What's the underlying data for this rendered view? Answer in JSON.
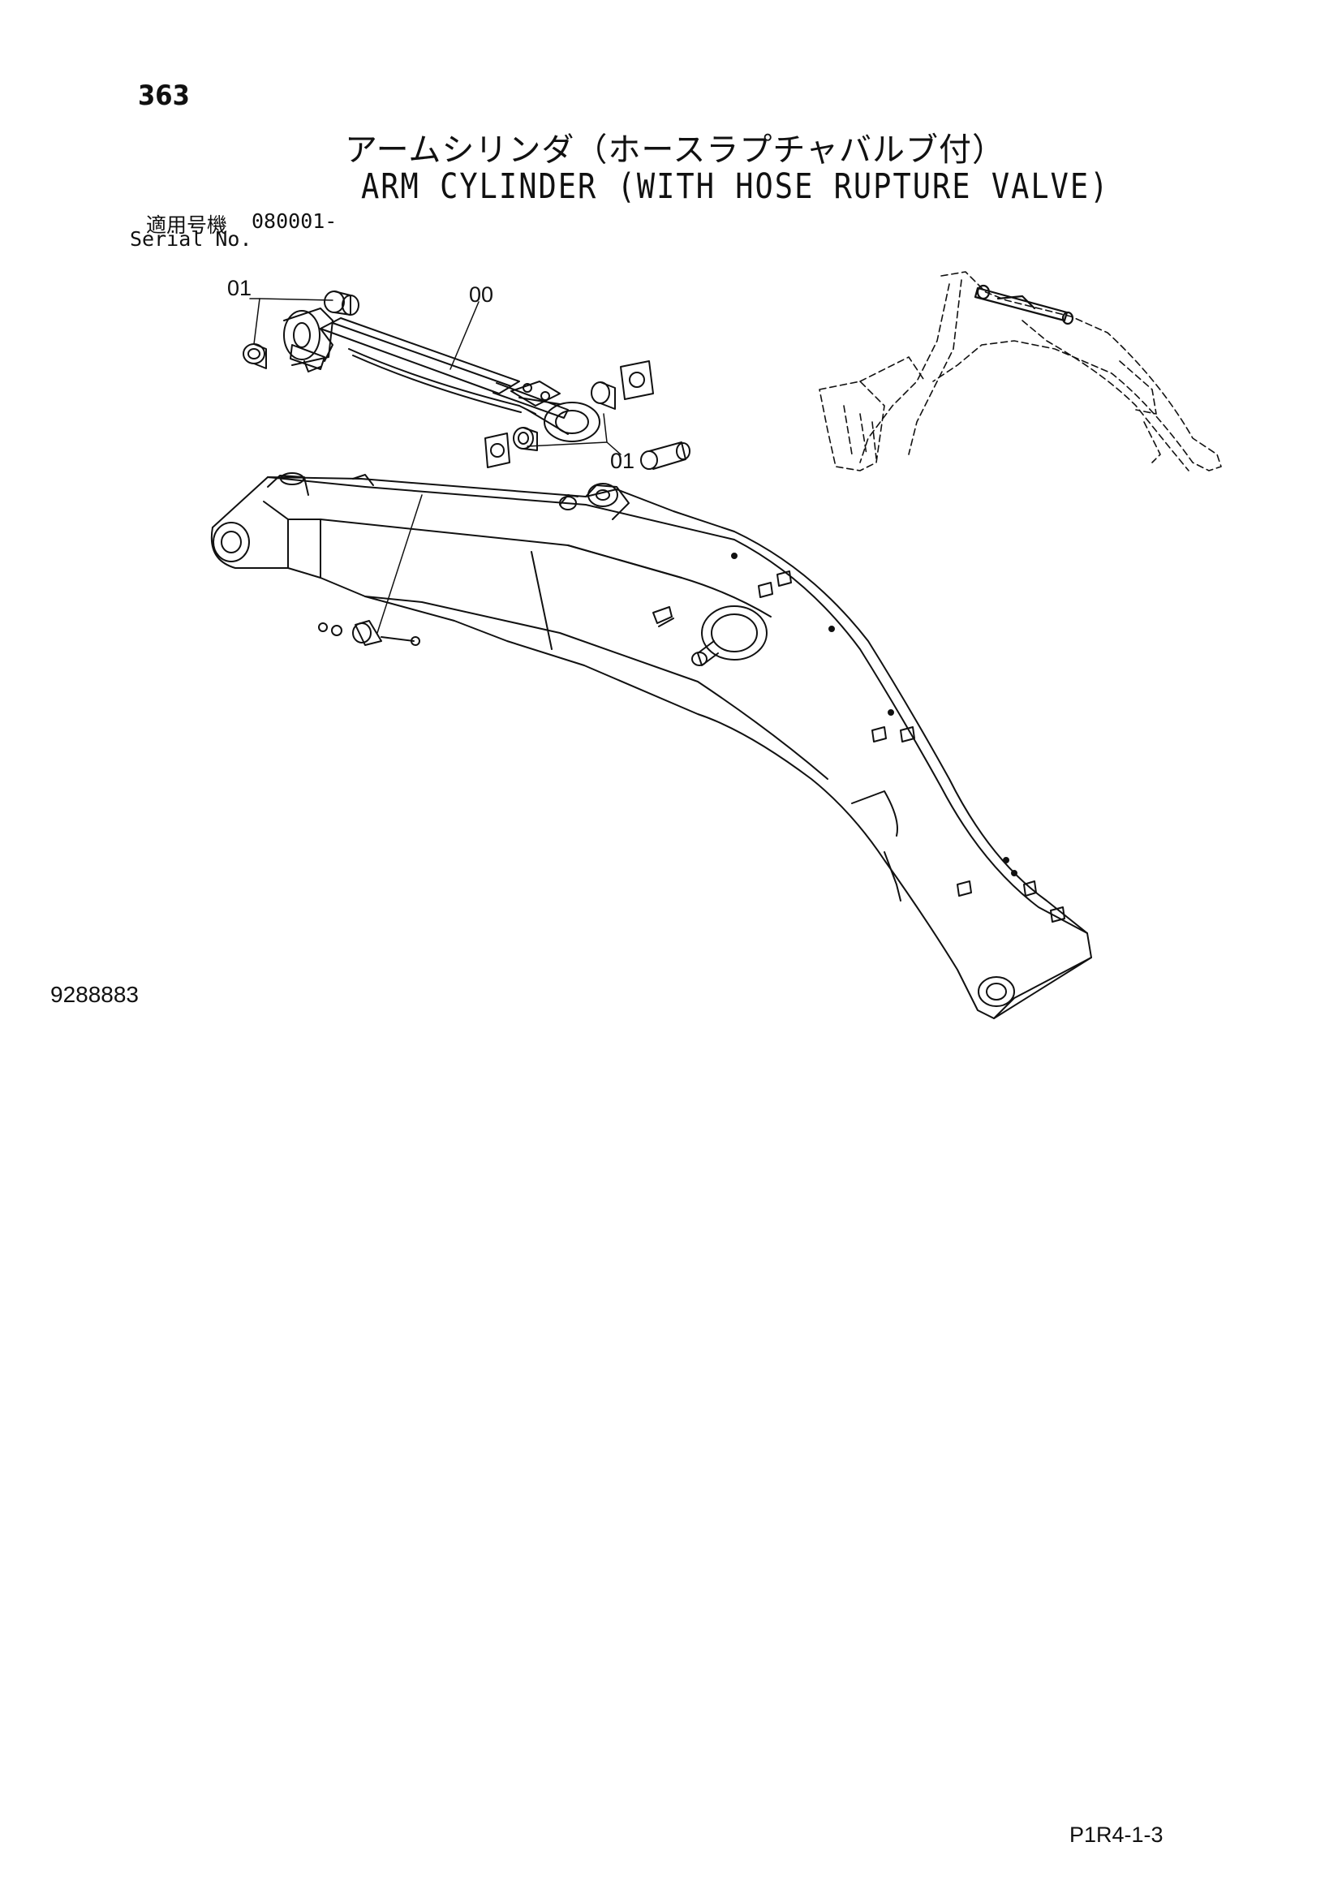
{
  "header": {
    "page_number": "363",
    "title_jp": "アームシリンダ（ホースラプチャバルブ付）",
    "title_en": "ARM CYLINDER (WITH HOSE RUPTURE VALVE)"
  },
  "serial": {
    "label_jp": "適用号機",
    "value": "080001-",
    "label_en": "Serial No."
  },
  "callouts": {
    "top_left": "01",
    "cylinder": "00",
    "right": "01"
  },
  "footer": {
    "doc_number": "9288883",
    "page_code": "P1R4-1-3"
  }
}
